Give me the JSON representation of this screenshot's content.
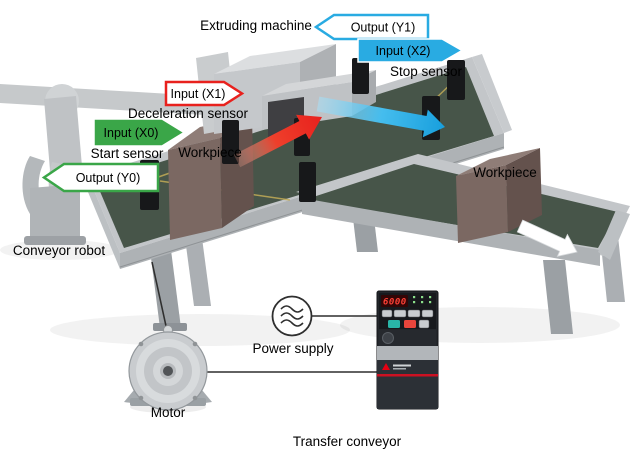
{
  "figure": {
    "title_caption": "Transfer conveyor",
    "labels": {
      "extruding_machine": "Extruding machine",
      "stop_sensor": "Stop sensor",
      "deceleration_sensor": "Deceleration sensor",
      "start_sensor": "Start sensor",
      "workpiece_left": "Workpiece",
      "workpiece_right": "Workpiece",
      "conveyor_robot": "Conveyor robot",
      "power_supply": "Power supply",
      "motor": "Motor"
    },
    "io_tags": {
      "y1": {
        "label": "Output (Y1)",
        "style": "outline",
        "color": "#29abe2",
        "direction": "left"
      },
      "x2": {
        "label": "Input (X2)",
        "style": "solid",
        "color": "#29abe2",
        "direction": "right"
      },
      "x1": {
        "label": "Input (X1)",
        "style": "outline",
        "color": "#e8211d",
        "direction": "right"
      },
      "x0": {
        "label": "Input (X0)",
        "style": "solid",
        "color": "#3aa648",
        "direction": "right"
      },
      "y0": {
        "label": "Output (Y0)",
        "style": "outline",
        "color": "#3aa648",
        "direction": "left"
      }
    },
    "inverter": {
      "display_value": "6000",
      "display_color": "#ff4136"
    },
    "colors": {
      "belt_green": "#475549",
      "frame_gray": "#c3c6c9",
      "accent_red": "#e8211d",
      "accent_blue": "#29abe2",
      "accent_green": "#3aa648",
      "workpiece_brown": "#7b6862"
    }
  }
}
